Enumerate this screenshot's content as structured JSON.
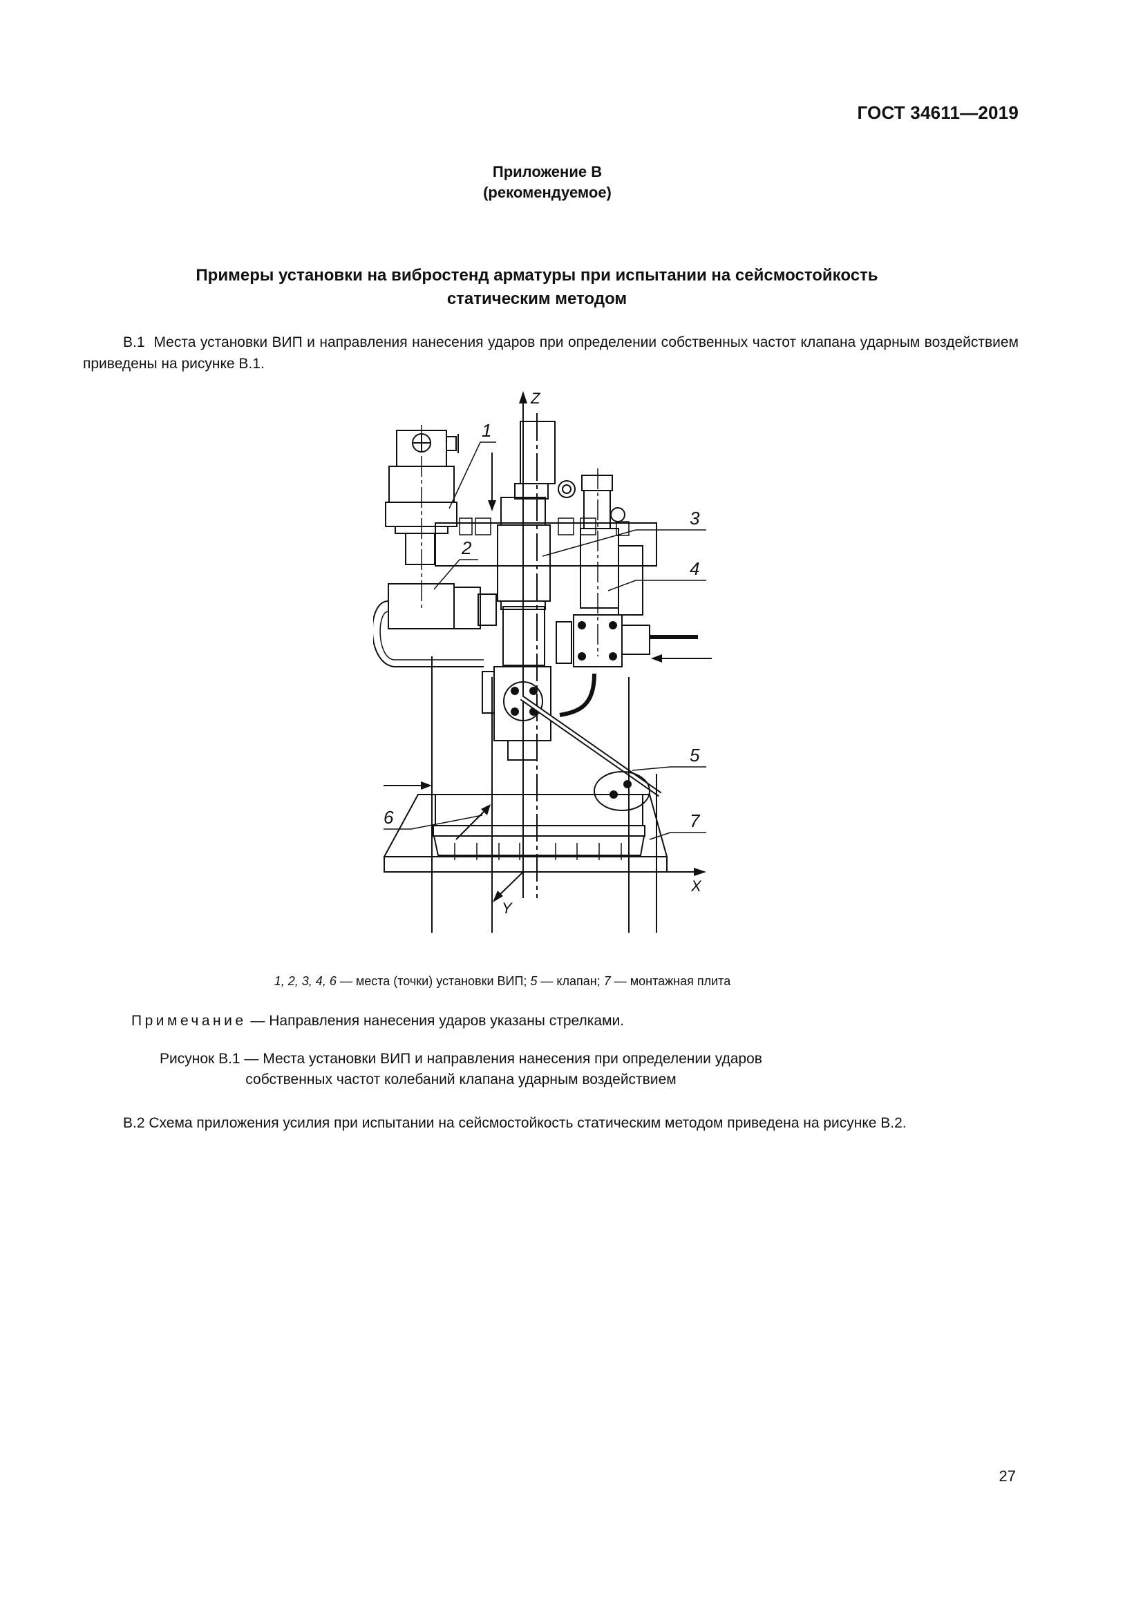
{
  "header": {
    "standard_code": "ГОСТ 34611—2019"
  },
  "appendix": {
    "title": "Приложение В",
    "status": "(рекомендуемое)"
  },
  "section": {
    "title_line1": "Примеры установки на вибростенд арматуры при испытании на сейсмостойкость",
    "title_line2": "статическим методом"
  },
  "paragraphs": [
    {
      "number": "В.1",
      "text": "Места установки ВИП и направления нанесения ударов при определении собственных частот клапана ударным воздействием приведены на рисунке В.1."
    },
    {
      "number": "В.2",
      "text": "Схема приложения усилия при испытании на сейсмостойкость статическим методом приведена на рисунке В.2."
    }
  ],
  "figure": {
    "axes": {
      "z": "Z",
      "x": "X",
      "y": "Y"
    },
    "callouts": [
      "1",
      "2",
      "3",
      "4",
      "5",
      "6",
      "7"
    ],
    "legend": {
      "vip_points": "1, 2, 3, 4, 6",
      "vip_text": " — места (точки) установки ВИП; ",
      "valve_num": "5",
      "valve_text": " — клапан; ",
      "plate_num": "7",
      "plate_text": " — монтажная плита"
    },
    "note_label": "Примечание",
    "note_text": " — Направления нанесения ударов указаны стрелками.",
    "caption_line1": "Рисунок В.1 — Места установки ВИП и направления нанесения при определении ударов",
    "caption_line2": "собственных частот колебаний клапана ударным воздействием"
  },
  "footer": {
    "page_number": "27"
  }
}
